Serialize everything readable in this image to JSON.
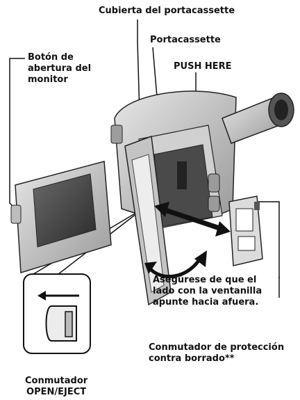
{
  "labels": {
    "cover": "Cubierta del portacassette",
    "holder": "Portacassette",
    "push": "PUSH HERE",
    "monitor_button": [
      "Botón de",
      "abertura del",
      "monitor"
    ],
    "window_note": [
      "Asegúrese de que el",
      "lado con la ventanilla",
      "apunte hacia afuera."
    ],
    "erase_switch": [
      "Conmutador de protección",
      "contra borrado**"
    ],
    "open_eject": [
      "Conmutador",
      "OPEN/EJECT"
    ]
  }
}
